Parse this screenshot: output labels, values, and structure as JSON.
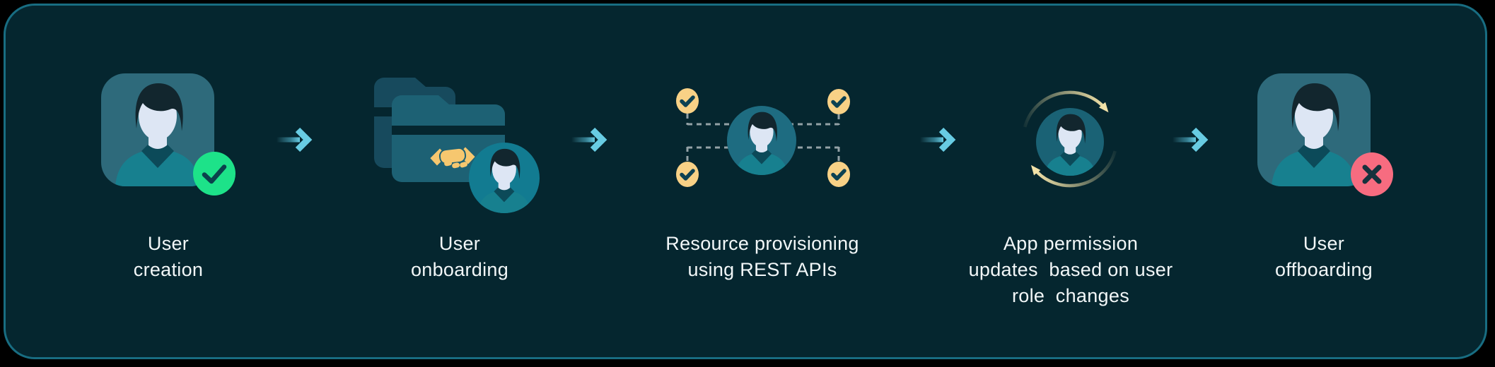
{
  "diagram": {
    "type": "flow",
    "direction": "left-to-right",
    "stages": [
      {
        "id": "user-creation",
        "icon": "avatar-square-with-check",
        "status_badge": "check-green",
        "lines": [
          "User",
          "creation"
        ]
      },
      {
        "id": "user-onboarding",
        "icon": "folders-handshake-avatar",
        "status_badge": null,
        "lines": [
          "User",
          "onboarding"
        ]
      },
      {
        "id": "resource-provisioning",
        "icon": "avatar-network-check-badges",
        "status_badge": "checks-yellow",
        "lines": [
          "Resource provisioning",
          "using REST APIs"
        ]
      },
      {
        "id": "app-permission-updates",
        "icon": "avatar-sync-arrows",
        "status_badge": null,
        "lines": [
          "App permission",
          "updates  based on user",
          "role  changes"
        ]
      },
      {
        "id": "user-offboarding",
        "icon": "avatar-square-with-cross",
        "status_badge": "cross-red",
        "lines": [
          "User",
          "offboarding"
        ]
      }
    ],
    "connector": {
      "icon": "right-arrow",
      "count": 4
    },
    "palette": {
      "background": "#000000",
      "panel_fill": "#05262f",
      "panel_border": "#186d82",
      "text": "#f2f7f8",
      "arrow_cyan": "#68cce3",
      "check_green": "#1de289",
      "cross_red": "#f76c80",
      "badge_yellow": "#f8d186",
      "sync_cream": "#f2e2a8",
      "folder_front": "#1d6174",
      "folder_back": "#174a5d",
      "avatar_square": "#2e6a7b",
      "avatar_shirt": "#17808f",
      "avatar_face": "#dde6f4",
      "avatar_hair": "#12262e"
    }
  }
}
